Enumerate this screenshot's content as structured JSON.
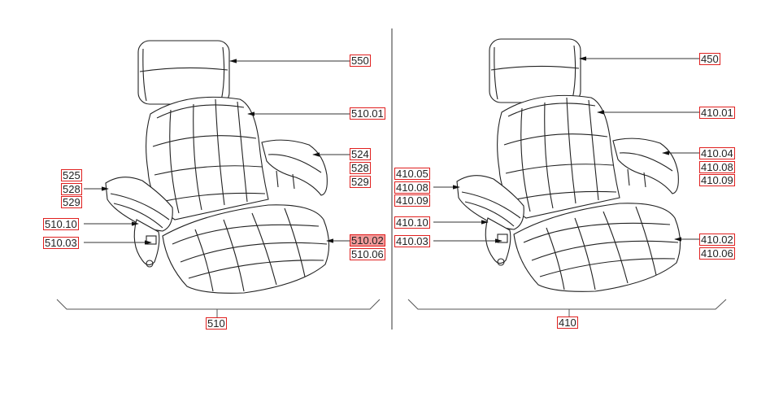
{
  "diagram": {
    "assemblies": [
      {
        "id": "510",
        "callouts": {
          "headrest": "550",
          "backrest": "510.01",
          "right_armrest": [
            "524",
            "528",
            "529"
          ],
          "left_armrest": [
            "525",
            "528",
            "529"
          ],
          "lever_upper": "510.10",
          "lever_lower": "510.03",
          "cushion": [
            "510.02",
            "510.06"
          ]
        },
        "highlighted": "510.02"
      },
      {
        "id": "410",
        "callouts": {
          "headrest": "450",
          "backrest": "410.01",
          "right_armrest": [
            "410.04",
            "410.08",
            "410.09"
          ],
          "left_armrest": [
            "410.05",
            "410.08",
            "410.09"
          ],
          "lever_upper": "410.10",
          "lever_lower": "410.03",
          "cushion": [
            "410.02",
            "410.06"
          ]
        }
      }
    ],
    "colors": {
      "callout_border": "#e0201f",
      "highlight_fill": "#f29a9a",
      "line": "#222222"
    }
  }
}
